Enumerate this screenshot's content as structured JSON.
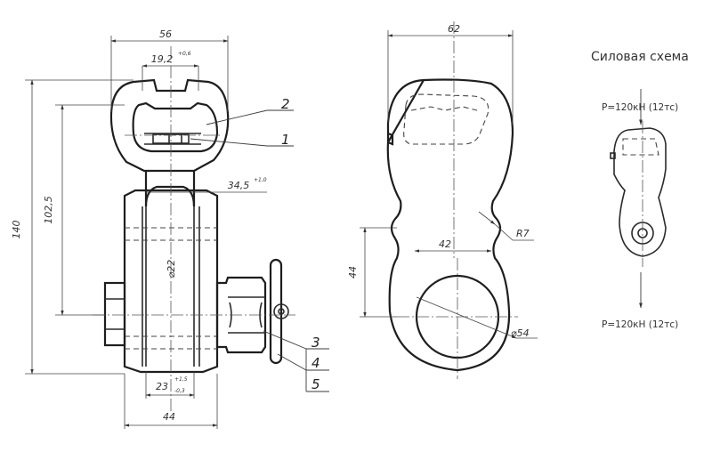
{
  "front_view": {
    "dim_width_top": "56",
    "dim_slot": "19,2",
    "dim_slot_tol": "+0,6",
    "dim_eye_width": "34,5",
    "dim_eye_tol": "+1,0",
    "dim_height_total": "140",
    "dim_height_inner": "102,5",
    "dim_pin_dia": "⌀22",
    "dim_gap": "23",
    "dim_gap_tol_top": "+1,5",
    "dim_gap_tol_bottom": "-0,3",
    "dim_width_bottom": "44",
    "callouts": [
      "1",
      "2",
      "3",
      "4",
      "5"
    ]
  },
  "side_view": {
    "dim_width": "62",
    "dim_neck": "42",
    "dim_radius": "R7",
    "dim_height": "44",
    "dim_hole": "⌀54"
  },
  "force_scheme": {
    "title": "Силовая схема",
    "force_top": "P=120кН (12тс)",
    "force_bottom": "P=120кН (12тс)"
  }
}
